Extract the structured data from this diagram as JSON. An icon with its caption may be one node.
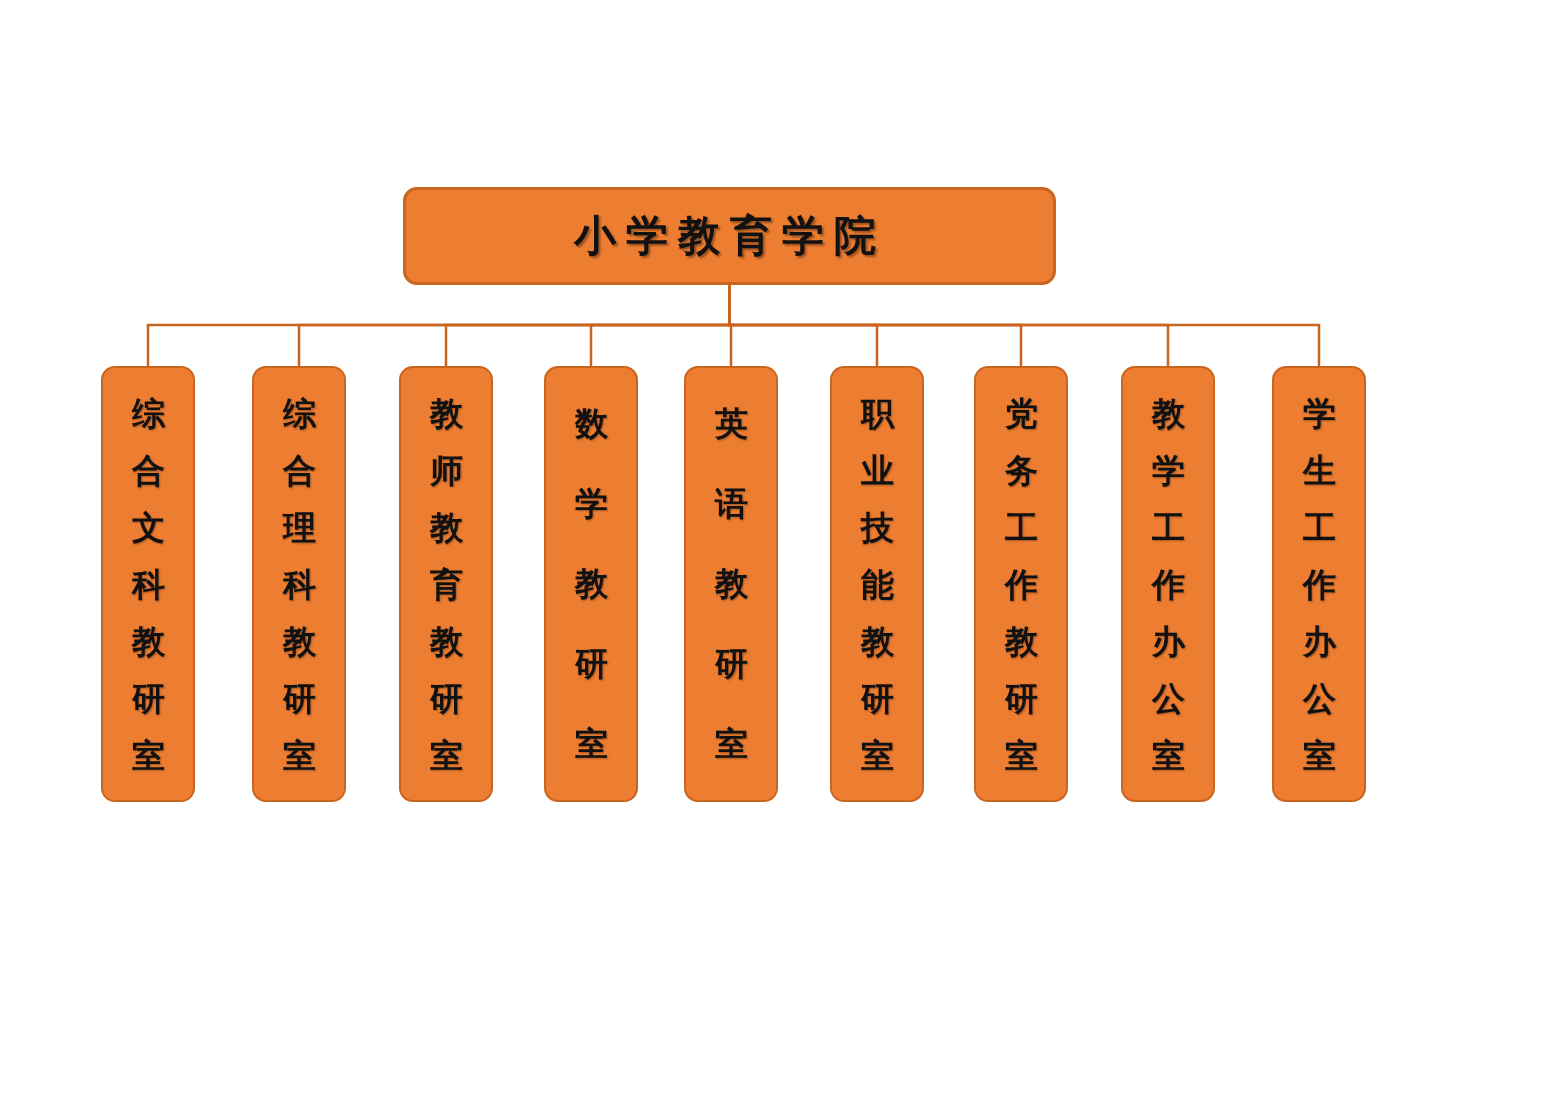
{
  "diagram": {
    "nodes": [
      {
        "text": [
          "小学教育学院"
        ]
      },
      {
        "text": [
          "综合文科教研室"
        ]
      },
      {
        "text": [
          "综合理科教研室"
        ]
      },
      {
        "text": [
          "教师教育教研室"
        ]
      },
      {
        "text": [
          "数学教研室"
        ]
      },
      {
        "text": [
          "英语教研室"
        ]
      },
      {
        "text": [
          "职业技能教研室"
        ]
      },
      {
        "text": [
          "党务工作教研室"
        ]
      },
      {
        "text": [
          "教学工作办公室"
        ]
      },
      {
        "text": [
          "学生工作办公室"
        ]
      }
    ],
    "edges": [
      {
        "from": 0,
        "to": 1,
        "arrow": "none"
      },
      {
        "from": 0,
        "to": 2,
        "arrow": "none"
      },
      {
        "from": 0,
        "to": 3,
        "arrow": "none"
      },
      {
        "from": 0,
        "to": 4,
        "arrow": "none"
      },
      {
        "from": 0,
        "to": 5,
        "arrow": "none"
      },
      {
        "from": 0,
        "to": 6,
        "arrow": "none"
      },
      {
        "from": 0,
        "to": 7,
        "arrow": "none"
      },
      {
        "from": 0,
        "to": 8,
        "arrow": "none"
      },
      {
        "from": 0,
        "to": 9,
        "arrow": "none"
      }
    ]
  }
}
